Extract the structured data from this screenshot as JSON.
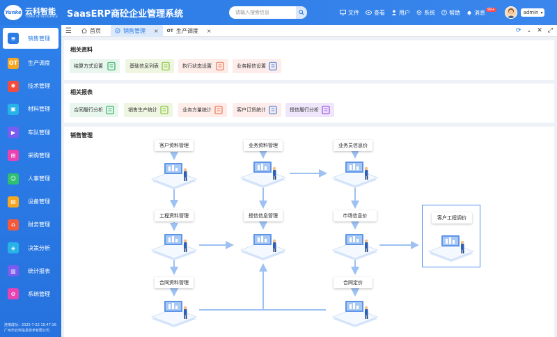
{
  "app": {
    "logo_cn": "云科智能",
    "logo_en": "YUNKE INTELLIGENCE",
    "logo_mark": "Yunke",
    "title": "SaasERP商砼企业管理系统"
  },
  "search": {
    "placeholder": "请输入搜索信息"
  },
  "top_nav": [
    {
      "label": "文件",
      "icon": "monitor-icon"
    },
    {
      "label": "查看",
      "icon": "eye-icon"
    },
    {
      "label": "用户",
      "icon": "user-icon"
    },
    {
      "label": "系统",
      "icon": "gear-icon"
    },
    {
      "label": "帮助",
      "icon": "help-icon"
    },
    {
      "label": "消息",
      "icon": "bell-icon",
      "badge": "99+"
    }
  ],
  "user": {
    "name": "admin"
  },
  "sidebar": {
    "items": [
      {
        "label": "销售管理",
        "icon": "sales-icon",
        "color": "#2a7be6",
        "glyph": "≡",
        "active": true
      },
      {
        "label": "生产调度",
        "icon": "production-icon",
        "color": "#f5a623",
        "glyph": "OT"
      },
      {
        "label": "技术管理",
        "icon": "tech-icon",
        "color": "#f24c3d",
        "glyph": "✱"
      },
      {
        "label": "材料管理",
        "icon": "material-icon",
        "color": "#28b3e8",
        "glyph": "▣"
      },
      {
        "label": "车队管理",
        "icon": "truck-icon",
        "color": "#7a5cf0",
        "glyph": "▶"
      },
      {
        "label": "采购管理",
        "icon": "purchase-icon",
        "color": "#e842b3",
        "glyph": "⊞"
      },
      {
        "label": "人事管理",
        "icon": "personnel-icon",
        "color": "#2fbf71",
        "glyph": "☺"
      },
      {
        "label": "设备管理",
        "icon": "equipment-icon",
        "color": "#f5a623",
        "glyph": "▤"
      },
      {
        "label": "财务管理",
        "icon": "finance-icon",
        "color": "#f25a3d",
        "glyph": "⌂"
      },
      {
        "label": "决策分析",
        "icon": "analysis-icon",
        "color": "#28b3e8",
        "glyph": "◈"
      },
      {
        "label": "统计报表",
        "icon": "report-icon",
        "color": "#7a5cf0",
        "glyph": "▥"
      },
      {
        "label": "系统管理",
        "icon": "system-icon",
        "color": "#e842b3",
        "glyph": "⚙"
      }
    ],
    "footer_line1": "连接成功：2025-7-22 15:47:16",
    "footer_line2": "广州市云科信息技术有限公司"
  },
  "tabs": [
    {
      "label": "首页"
    },
    {
      "label": "销售管理",
      "active": true
    },
    {
      "label": "生产调度"
    }
  ],
  "related_data": {
    "title": "相关资料",
    "tiles": [
      {
        "label": "结算方式设置",
        "bg": "#e8f6ee",
        "color": "#3bb56b"
      },
      {
        "label": "基础信息列表",
        "bg": "#eef6e2",
        "color": "#8cc63f"
      },
      {
        "label": "执行状态设置",
        "bg": "#fdece8",
        "color": "#f07d5c"
      },
      {
        "label": "业务报信设置",
        "bg": "#fdecea",
        "color": "#4a8be8"
      }
    ]
  },
  "related_reports": {
    "title": "相关报表",
    "tiles": [
      {
        "label": "合同履行分析",
        "bg": "#e8f6ee",
        "color": "#3bb56b"
      },
      {
        "label": "销售生产统计",
        "bg": "#eef6e2",
        "color": "#8cc63f"
      },
      {
        "label": "业务方量统计",
        "bg": "#fdece8",
        "color": "#f07d5c"
      },
      {
        "label": "客户订货统计",
        "bg": "#fdecea",
        "color": "#4a8be8"
      },
      {
        "label": "授信履行分析",
        "bg": "#efe6fb",
        "color": "#9b59e8"
      }
    ]
  },
  "flow": {
    "title": "销售管理",
    "nodes": [
      {
        "label": "客户资料管理"
      },
      {
        "label": "业务资料管理"
      },
      {
        "label": "业务员信息价"
      },
      {
        "label": "工程资料管理"
      },
      {
        "label": "授信信息管理"
      },
      {
        "label": "市场信息价"
      },
      {
        "label": "客户工程调价"
      },
      {
        "label": "合同资料管理"
      },
      {
        "label": "合同定价"
      }
    ]
  }
}
